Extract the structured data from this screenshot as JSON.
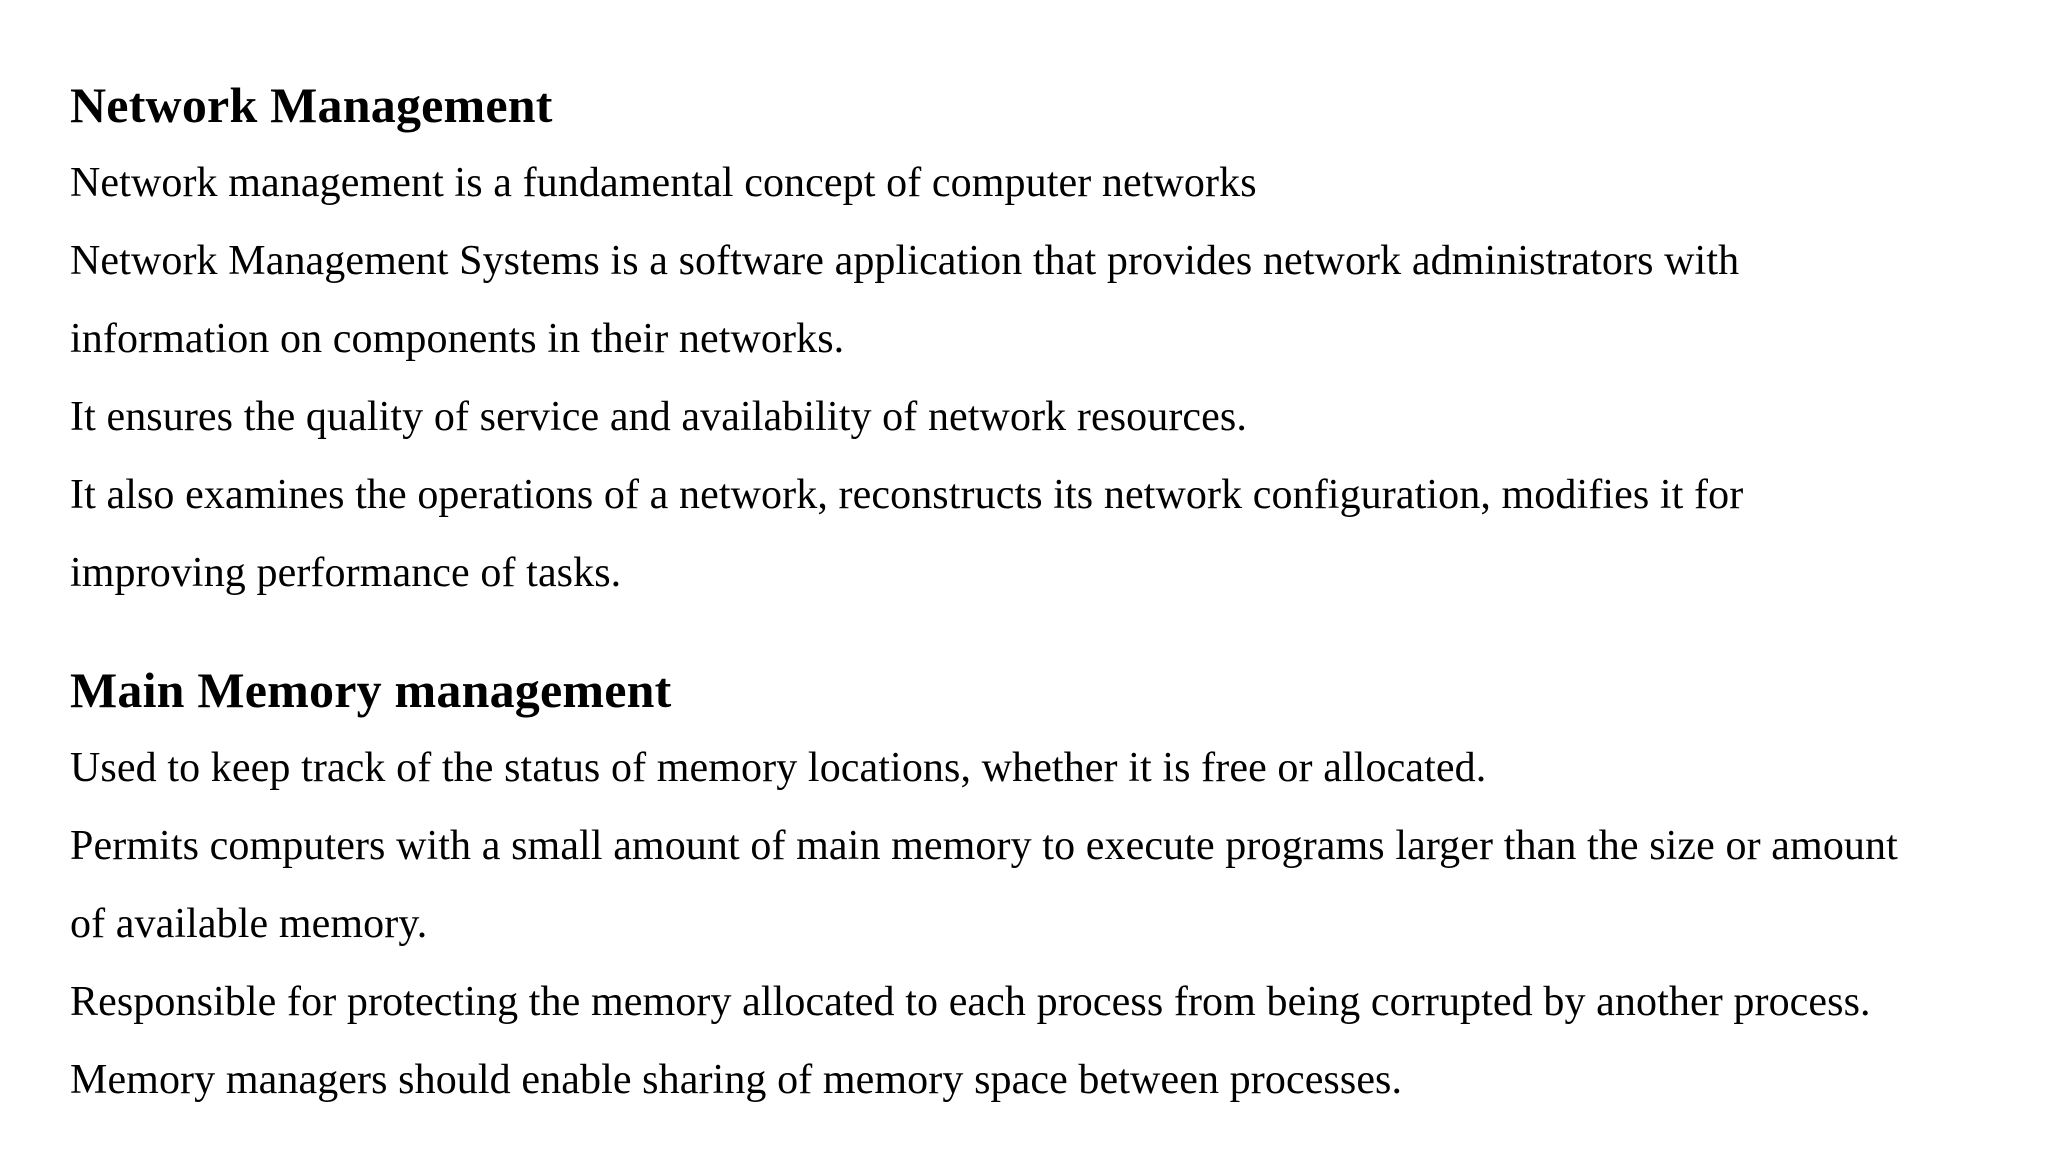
{
  "page": {
    "background_color": "#ffffff",
    "text_color": "#000000"
  },
  "document": {
    "sections": [
      {
        "heading": "Network Management",
        "lines": [
          "Network management is a fundamental concept of computer networks",
          "Network Management Systems is a software application that provides network administrators with",
          "information on components in their networks.",
          "It ensures the quality of service and availability of network resources.",
          "It also examines the operations of a network, reconstructs its network configuration, modifies it for",
          "improving performance of tasks."
        ]
      },
      {
        "heading": "Main Memory management",
        "lines": [
          "Used to keep track of the status of memory locations, whether it is free or allocated.",
          "Permits computers with a small amount of main memory to execute programs larger than the size or amount",
          "of available memory.",
          "Responsible for protecting the memory allocated to each process from being corrupted by another process.",
          "Memory managers should enable sharing of memory space between processes."
        ]
      }
    ]
  }
}
